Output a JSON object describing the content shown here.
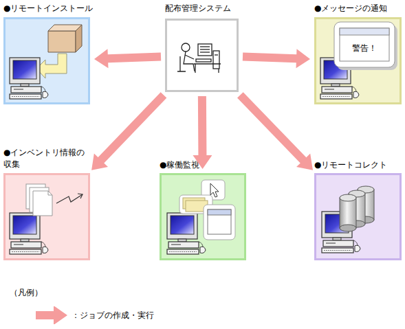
{
  "diagram": {
    "nodes": [
      {
        "text": [
          "●リモートインストール"
        ]
      },
      {
        "text": [
          "配布管理システム"
        ]
      },
      {
        "text": [
          "●メッセージの通知"
        ]
      },
      {
        "text": [
          "●インベントリ情報の 収集"
        ]
      },
      {
        "text": [
          "●稼働監視"
        ]
      },
      {
        "text": [
          "●リモートコレクト"
        ]
      }
    ],
    "edges": [
      {
        "from": 1,
        "to": 0,
        "arrow": "to"
      },
      {
        "from": 1,
        "to": 2,
        "arrow": "to"
      },
      {
        "from": 1,
        "to": 3,
        "arrow": "to"
      },
      {
        "from": 1,
        "to": 4,
        "arrow": "to"
      },
      {
        "from": 1,
        "to": 5,
        "arrow": "to"
      }
    ],
    "labels": [
      "警告！",
      "（凡例）"
    ],
    "legend": [
      {
        "text": "：ジョブの作成・実行"
      }
    ]
  }
}
